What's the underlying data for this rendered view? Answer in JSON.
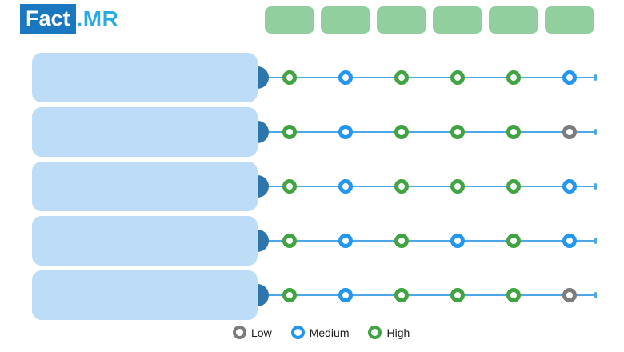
{
  "brand": {
    "logo_primary": "Fact",
    "logo_suffix": ".MR"
  },
  "columns": {
    "labels": [
      "",
      "",
      "",
      "",
      "",
      ""
    ]
  },
  "row_labels": [
    "",
    "",
    "",
    "",
    ""
  ],
  "legend": {
    "items": [
      {
        "label": "Low",
        "color": "#7c7c7c"
      },
      {
        "label": "Medium",
        "color": "#2196f3"
      },
      {
        "label": "High",
        "color": "#3fa441"
      }
    ]
  },
  "colors": {
    "logo_bg": "#1978bf",
    "logo_suffix_text": "#29aae1",
    "column_box": "#92cf9e",
    "row_box": "#bcdcf8",
    "connector_bullet": "#2d76ab",
    "line": "#4da6e8",
    "rating_low": "#7c7c7c",
    "rating_medium": "#2196f3",
    "rating_high": "#3fa441"
  },
  "chart_data": {
    "type": "heatmap",
    "title": "",
    "rows": [
      "",
      "",
      "",
      "",
      ""
    ],
    "columns": [
      "",
      "",
      "",
      "",
      "",
      ""
    ],
    "legend": [
      "Low",
      "Medium",
      "High"
    ],
    "values": [
      [
        "High",
        "Medium",
        "High",
        "High",
        "High",
        "Medium"
      ],
      [
        "High",
        "Medium",
        "High",
        "High",
        "High",
        "Low"
      ],
      [
        "High",
        "Medium",
        "High",
        "High",
        "High",
        "Medium"
      ],
      [
        "High",
        "Medium",
        "High",
        "Medium",
        "High",
        "Medium"
      ],
      [
        "High",
        "Medium",
        "High",
        "High",
        "High",
        "Low"
      ]
    ]
  }
}
